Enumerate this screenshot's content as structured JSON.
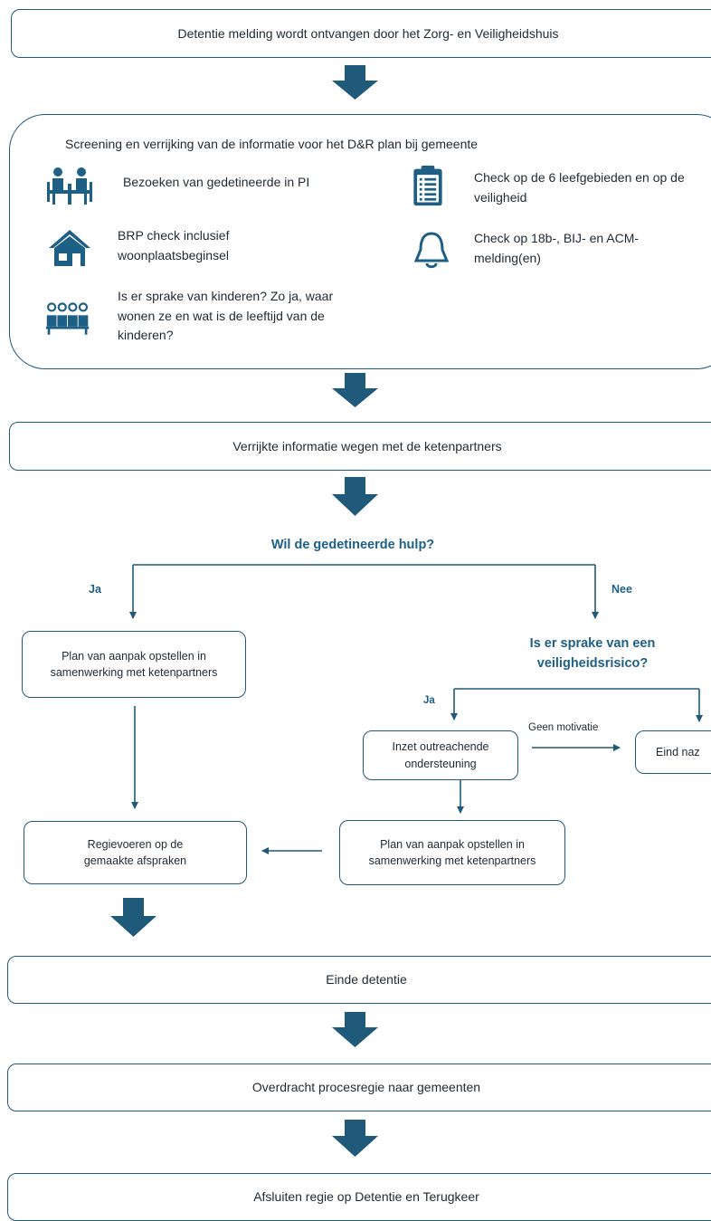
{
  "steps": {
    "s1": "Detentie melding wordt ontvangen door het Zorg- en Veiligheidshuis",
    "s3": "Verrijkte informatie wegen met de ketenpartners",
    "s_einde": "Einde detentie",
    "s_overdracht": "Overdracht procesregie naar gemeenten",
    "s_afsluiten": "Afsluiten regie op Detentie en Terugkeer"
  },
  "screening": {
    "title": "Screening en verrijking van de informatie voor het D&R plan bij gemeente",
    "items": [
      {
        "icon": "meeting-icon",
        "text": "Bezoeken van gedetineerde in PI"
      },
      {
        "icon": "house-icon",
        "text": "BRP check inclusief woonplaatsbeginsel"
      },
      {
        "icon": "children-icon",
        "text": "Is er sprake van kinderen? Zo ja, waar wonen ze en wat is de leeftijd van de kinderen?"
      },
      {
        "icon": "clipboard-icon",
        "text": "Check op de 6 leefgebieden en op de veiligheid"
      },
      {
        "icon": "bell-icon",
        "text": "Check op 18b-, BIJ- en ACM-melding(en)"
      }
    ]
  },
  "decision1": {
    "question": "Wil de gedetineerde hulp?",
    "yes": "Ja",
    "no": "Nee"
  },
  "left_branch": {
    "plan": "Plan van aanpak opstellen in samenwerking met ketenpartners",
    "regie": "Regievoeren op de gemaakte afspraken"
  },
  "decision2": {
    "question": "Is er sprake van een veiligheidsrisico?",
    "yes": "Ja",
    "no_motivation": "Geen motivatie"
  },
  "right_branch": {
    "outreach": "Inzet outreachende ondersteuning",
    "eind": "Eind naz",
    "plan": "Plan van aanpak opstellen in samenwerking met ketenpartners"
  },
  "colors": {
    "accent": "#1e5f86",
    "arrow": "#1f5a7a",
    "border": "#1f5a7a"
  }
}
